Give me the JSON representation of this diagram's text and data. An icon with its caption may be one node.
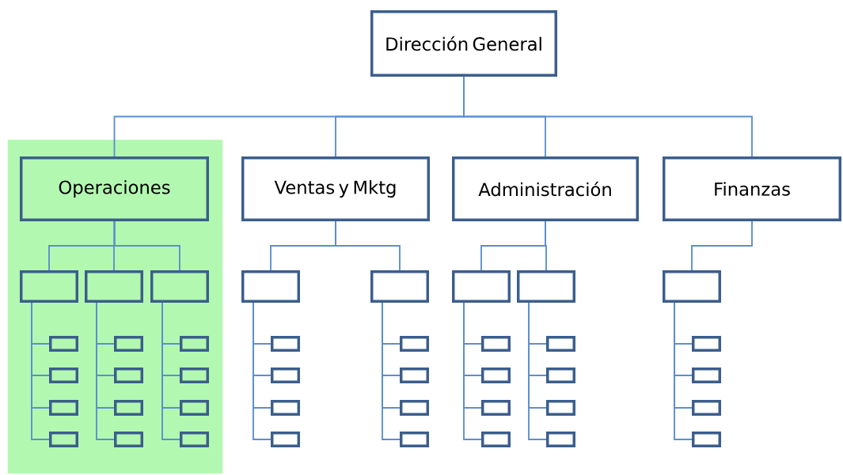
{
  "diagram": {
    "nodes": [
      {
        "text": [
          "Dirección General"
        ]
      },
      {
        "text": [],
        "shape": "box"
      },
      {
        "text": [
          "Operaciones"
        ],
        "in": 1
      },
      {
        "text": [
          "Ventas y Mktg"
        ]
      },
      {
        "text": [
          "Administración"
        ]
      },
      {
        "text": [
          "Finanzas"
        ]
      },
      {
        "text": [],
        "shape": "box",
        "in": 1
      },
      {
        "text": [],
        "shape": "box",
        "in": 1
      },
      {
        "text": [],
        "shape": "box",
        "in": 1
      },
      {
        "text": [],
        "shape": "box"
      },
      {
        "text": [],
        "shape": "box"
      },
      {
        "text": [],
        "shape": "box"
      },
      {
        "text": [],
        "shape": "box"
      },
      {
        "text": [],
        "shape": "box"
      },
      {
        "text": [],
        "shape": "box",
        "in": 1
      },
      {
        "text": [],
        "shape": "box",
        "in": 1
      },
      {
        "text": [],
        "shape": "box",
        "in": 1
      },
      {
        "text": [],
        "shape": "box",
        "in": 1
      },
      {
        "text": [],
        "shape": "box",
        "in": 1
      },
      {
        "text": [],
        "shape": "box",
        "in": 1
      },
      {
        "text": [],
        "shape": "box",
        "in": 1
      },
      {
        "text": [],
        "shape": "box",
        "in": 1
      },
      {
        "text": [],
        "shape": "box",
        "in": 1
      },
      {
        "text": [],
        "shape": "box",
        "in": 1
      },
      {
        "text": [],
        "shape": "box",
        "in": 1
      },
      {
        "text": [],
        "shape": "box",
        "in": 1
      },
      {
        "text": [],
        "shape": "box"
      },
      {
        "text": [],
        "shape": "box"
      },
      {
        "text": [],
        "shape": "box"
      },
      {
        "text": [],
        "shape": "box"
      },
      {
        "text": [],
        "shape": "box"
      },
      {
        "text": [],
        "shape": "box"
      },
      {
        "text": [],
        "shape": "box"
      },
      {
        "text": [],
        "shape": "box"
      },
      {
        "text": [],
        "shape": "box"
      },
      {
        "text": [],
        "shape": "box"
      },
      {
        "text": [],
        "shape": "box"
      },
      {
        "text": [],
        "shape": "box"
      },
      {
        "text": [],
        "shape": "box"
      },
      {
        "text": [],
        "shape": "box"
      },
      {
        "text": [],
        "shape": "box"
      },
      {
        "text": [],
        "shape": "box"
      },
      {
        "text": [],
        "shape": "box"
      },
      {
        "text": [],
        "shape": "box"
      },
      {
        "text": [],
        "shape": "box"
      },
      {
        "text": [],
        "shape": "box"
      }
    ],
    "edges": [
      {
        "from": 0,
        "to": 2,
        "arrow": "none"
      },
      {
        "from": 0,
        "to": 3,
        "arrow": "none"
      },
      {
        "from": 0,
        "to": 4,
        "arrow": "none"
      },
      {
        "from": 0,
        "to": 5,
        "arrow": "none"
      },
      {
        "from": 2,
        "to": 6,
        "arrow": "none"
      },
      {
        "from": 2,
        "to": 7,
        "arrow": "none"
      },
      {
        "from": 2,
        "to": 8,
        "arrow": "none"
      },
      {
        "from": 3,
        "to": 9,
        "arrow": "none"
      },
      {
        "from": 3,
        "to": 10,
        "arrow": "none"
      },
      {
        "from": 4,
        "to": 11,
        "arrow": "none"
      },
      {
        "from": 4,
        "to": 12,
        "arrow": "none"
      },
      {
        "from": 5,
        "to": 13,
        "arrow": "none"
      },
      {
        "from": 6,
        "to": 14,
        "arrow": "none"
      },
      {
        "from": 6,
        "to": 15,
        "arrow": "none"
      },
      {
        "from": 6,
        "to": 16,
        "arrow": "none"
      },
      {
        "from": 6,
        "to": 17,
        "arrow": "none"
      },
      {
        "from": 7,
        "to": 18,
        "arrow": "none"
      },
      {
        "from": 7,
        "to": 19,
        "arrow": "none"
      },
      {
        "from": 7,
        "to": 20,
        "arrow": "none"
      },
      {
        "from": 7,
        "to": 21,
        "arrow": "none"
      },
      {
        "from": 8,
        "to": 22,
        "arrow": "none"
      },
      {
        "from": 8,
        "to": 23,
        "arrow": "none"
      },
      {
        "from": 8,
        "to": 24,
        "arrow": "none"
      },
      {
        "from": 8,
        "to": 25,
        "arrow": "none"
      },
      {
        "from": 9,
        "to": 26,
        "arrow": "none"
      },
      {
        "from": 9,
        "to": 27,
        "arrow": "none"
      },
      {
        "from": 9,
        "to": 28,
        "arrow": "none"
      },
      {
        "from": 9,
        "to": 29,
        "arrow": "none"
      },
      {
        "from": 10,
        "to": 30,
        "arrow": "none"
      },
      {
        "from": 10,
        "to": 31,
        "arrow": "none"
      },
      {
        "from": 10,
        "to": 32,
        "arrow": "none"
      },
      {
        "from": 10,
        "to": 33,
        "arrow": "none"
      },
      {
        "from": 11,
        "to": 34,
        "arrow": "none"
      },
      {
        "from": 11,
        "to": 35,
        "arrow": "none"
      },
      {
        "from": 11,
        "to": 36,
        "arrow": "none"
      },
      {
        "from": 11,
        "to": 37,
        "arrow": "none"
      },
      {
        "from": 12,
        "to": 38,
        "arrow": "none"
      },
      {
        "from": 12,
        "to": 39,
        "arrow": "none"
      },
      {
        "from": 12,
        "to": 40,
        "arrow": "none"
      },
      {
        "from": 12,
        "to": 41,
        "arrow": "none"
      },
      {
        "from": 13,
        "to": 42,
        "arrow": "none"
      },
      {
        "from": 13,
        "to": 43,
        "arrow": "none"
      },
      {
        "from": 13,
        "to": 44,
        "arrow": "none"
      },
      {
        "from": 13,
        "to": 45,
        "arrow": "none"
      }
    ]
  }
}
